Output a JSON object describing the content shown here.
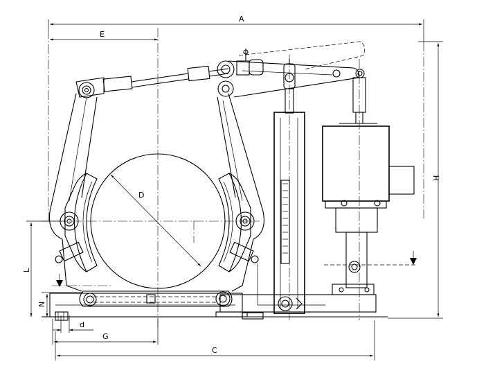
{
  "drawing": {
    "dimensions": {
      "A": "A",
      "E": "E",
      "D": "D",
      "H": "H",
      "L": "L",
      "N": "N",
      "d": "d",
      "G": "G",
      "C": "C"
    }
  }
}
